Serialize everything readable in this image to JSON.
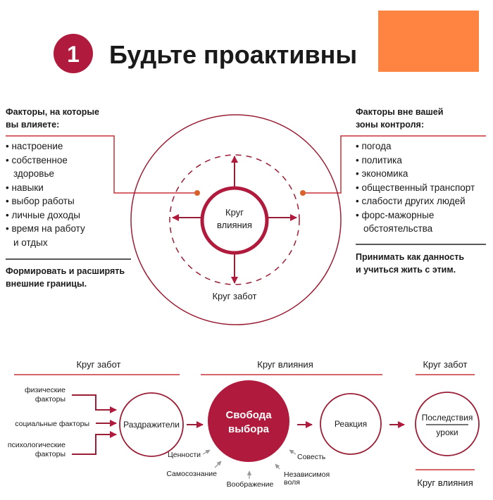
{
  "header": {
    "badge_number": "1",
    "title": "Будьте проактивны"
  },
  "colors": {
    "accent": "#b01a3c",
    "orange_block": "#ff8442",
    "line": "#c8303a"
  },
  "left_panel": {
    "heading_line1": "Факторы, на которые",
    "heading_line2": "вы влияете:",
    "items": [
      "• настроение",
      "• собственное",
      "   здоровье",
      "• навыки",
      "• выбор работы",
      "• личные доходы",
      "• время на работу",
      "   и отдых"
    ],
    "footer_line1": "Формировать и расширять",
    "footer_line2": "внешние границы."
  },
  "right_panel": {
    "heading_line1": "Факторы вне вашей",
    "heading_line2": "зоны контроля:",
    "items": [
      "• погода",
      "• политика",
      "• экономика",
      "• общественный транспорт",
      "• слабости других людей",
      "• форс-мажорные",
      "   обстоятельства"
    ],
    "footer_line1": "Принимать как данность",
    "footer_line2": "и учиться жить с этим."
  },
  "top_diagram": {
    "inner_line1": "Круг",
    "inner_line2": "влияния",
    "outer_label": "Круг забот"
  },
  "flow": {
    "section_left": "Круг забот",
    "section_middle": "Круг влияния",
    "section_right": "Круг забот",
    "section_right_bottom": "Круг влияния",
    "input_physical_1": "физические",
    "input_physical_2": "факторы",
    "input_social": "социальные факторы",
    "input_psych_1": "психологические",
    "input_psych_2": "факторы",
    "stimuli": "Раздражители",
    "freedom_1": "Свобода",
    "freedom_2": "выбора",
    "reaction": "Реакция",
    "consequences": "Последствия",
    "lessons": "уроки",
    "values": "Ценности",
    "self_awareness": "Самосознание",
    "imagination": "Воображение",
    "conscience": "Совесть",
    "free_will_1": "Независимоя",
    "free_will_2": "воля"
  }
}
